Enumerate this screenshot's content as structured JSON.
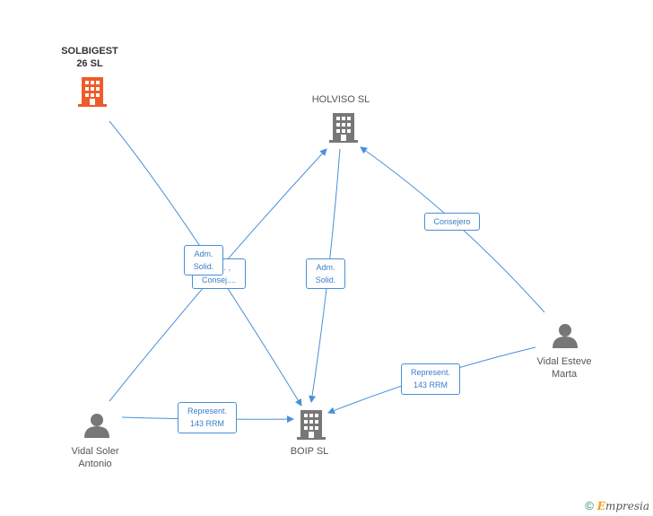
{
  "nodes": {
    "solbigest": {
      "label_line1": "SOLBIGEST",
      "label_line2": "26 SL",
      "icon": "building-icon",
      "color": "#f05a28"
    },
    "holviso": {
      "label": "HOLVISO SL",
      "icon": "building-icon",
      "color": "#777777"
    },
    "boip": {
      "label": "BOIP SL",
      "icon": "building-icon",
      "color": "#777777"
    },
    "vidal_soler": {
      "label_line1": "Vidal Soler",
      "label_line2": "Antonio",
      "icon": "person-icon",
      "color": "#777777"
    },
    "vidal_esteve": {
      "label_line1": "Vidal Esteve",
      "label_line2": "Marta",
      "icon": "person-icon",
      "color": "#777777"
    }
  },
  "edges": {
    "adm_solid_1": {
      "line1": "Adm.",
      "line2": "Solid."
    },
    "adm_consej": {
      "line1": "Adm. ,",
      "line2": "Consej...."
    },
    "adm_solid_2": {
      "line1": "Adm.",
      "line2": "Solid."
    },
    "consejero": {
      "line1": "Consejero"
    },
    "represent_1": {
      "line1": "Represent.",
      "line2": "143 RRM"
    },
    "represent_2": {
      "line1": "Represent.",
      "line2": "143 RRM"
    }
  },
  "colors": {
    "edge": "#4a8fd8"
  },
  "footer": {
    "copyright": "©",
    "brand_first": "E",
    "brand_rest": "mpresia"
  }
}
